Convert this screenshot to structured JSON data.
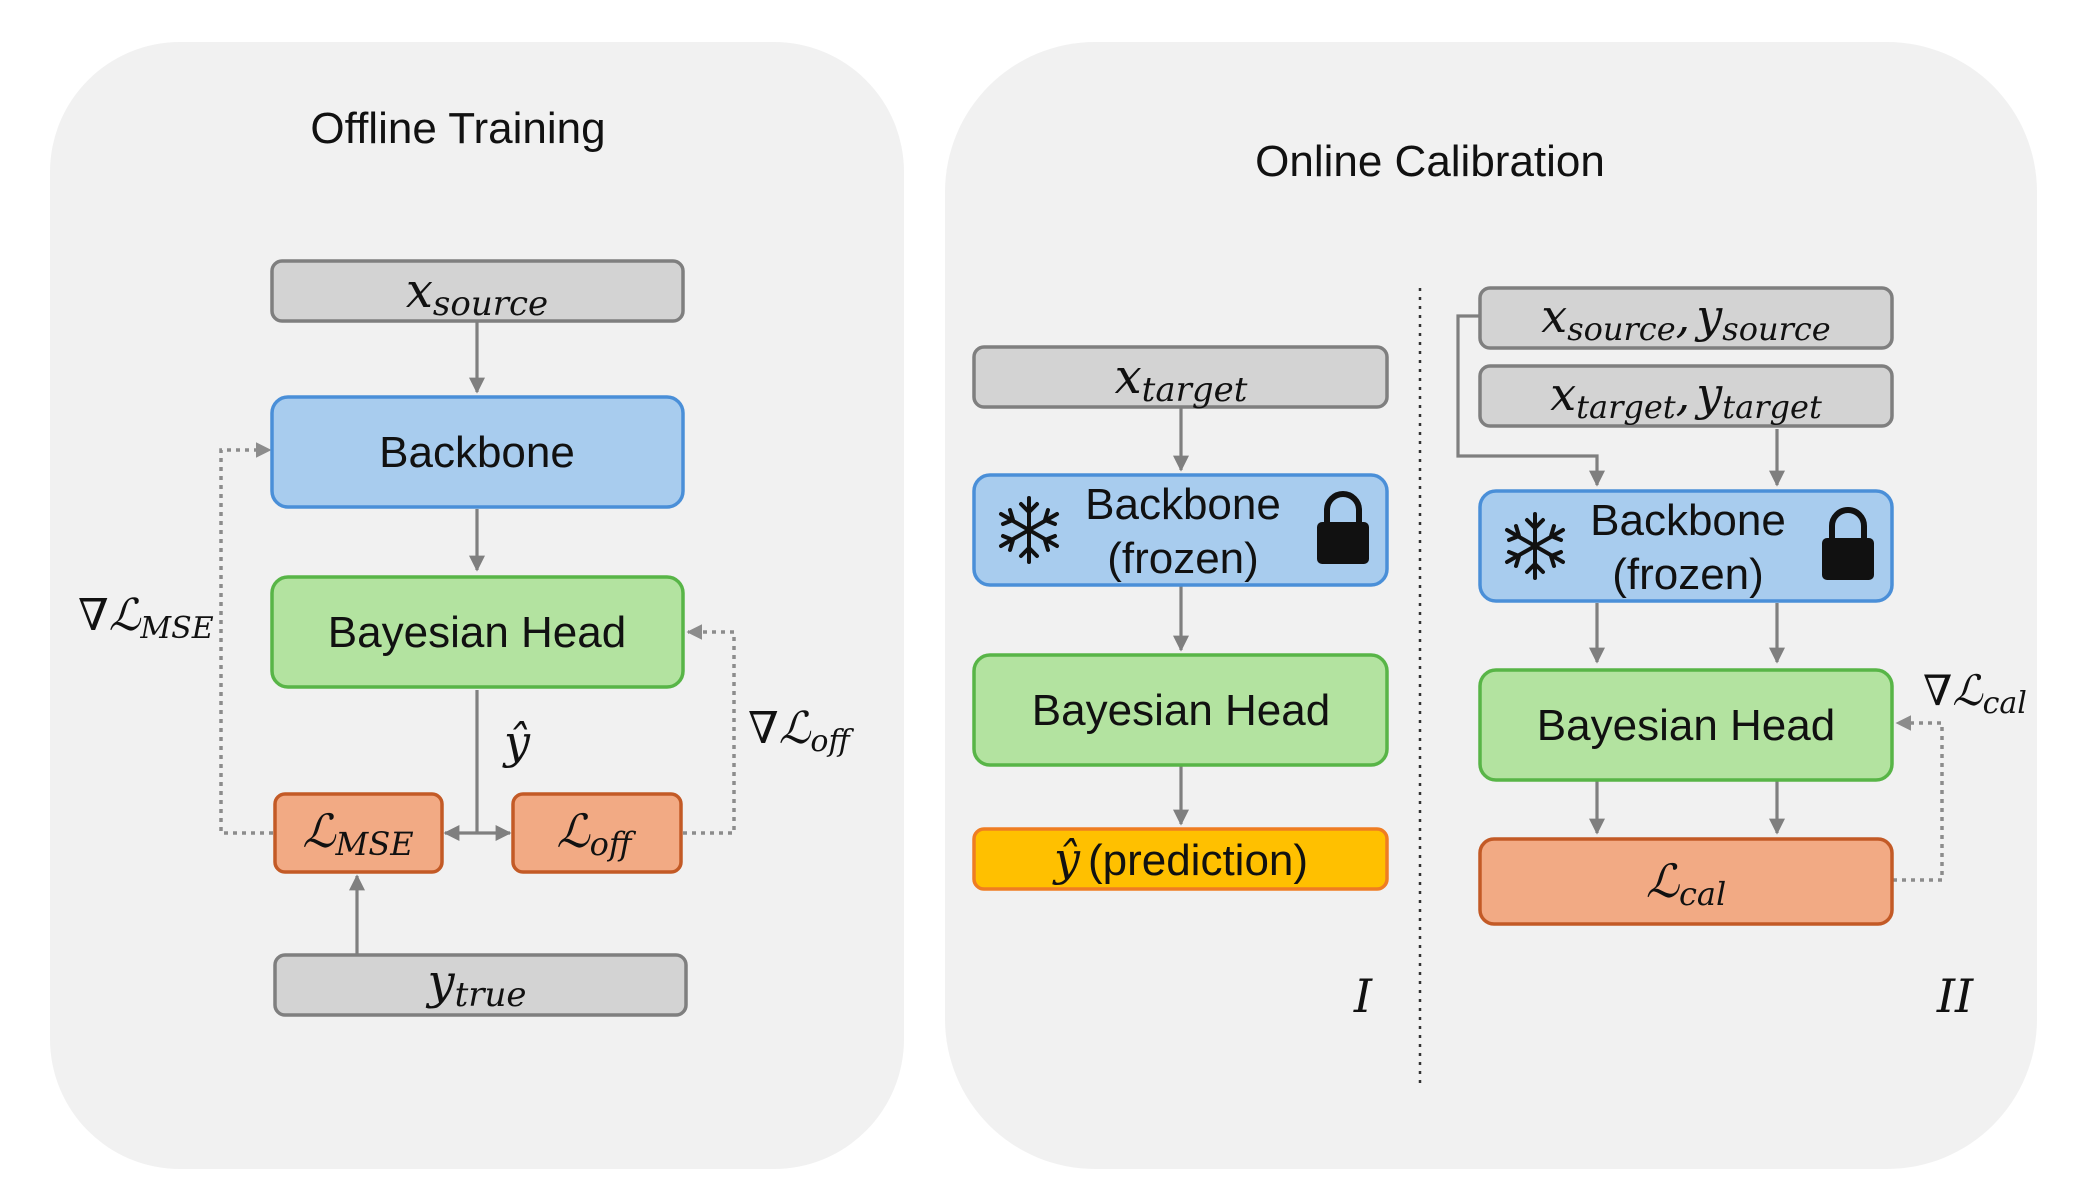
{
  "offline": {
    "title": "Offline Training",
    "x_source_base": "x",
    "x_source_sub": "source",
    "backbone": "Backbone",
    "head": "Bayesian Head",
    "y_hat": "ŷ",
    "loss_mse_base": "ℒ",
    "loss_mse_sub": "MSE",
    "loss_off_base": "ℒ",
    "loss_off_sub": "off",
    "grad_mse_base": "∇ℒ",
    "grad_mse_sub": "MSE",
    "grad_off_base": "∇ℒ",
    "grad_off_sub": "off",
    "y_true_base": "y",
    "y_true_sub": "true"
  },
  "online": {
    "title": "Online Calibration",
    "part1": {
      "x_target_base": "x",
      "x_target_sub": "target",
      "backbone_line1": "Backbone",
      "backbone_line2": "(frozen)",
      "head": "Bayesian Head",
      "prediction_hat": "ŷ",
      "prediction_text": "(prediction)",
      "numeral": "I"
    },
    "part2": {
      "src_x_base": "x",
      "src_x_sub": "source",
      "src_comma": ",",
      "src_y_base": "y",
      "src_y_sub": "source",
      "tgt_x_base": "x",
      "tgt_x_sub": "target",
      "tgt_comma": ",",
      "tgt_y_base": "y",
      "tgt_y_sub": "target",
      "backbone_line1": "Backbone",
      "backbone_line2": "(frozen)",
      "head": "Bayesian Head",
      "loss_cal_base": "ℒ",
      "loss_cal_sub": "cal",
      "grad_cal_base": "∇ℒ",
      "grad_cal_sub": "cal",
      "numeral": "II"
    }
  },
  "icons": {
    "frozen": "snowflake-icon",
    "locked": "padlock-icon"
  },
  "colors": {
    "panel": "#f1f1f1",
    "input_fill": "#d3d3d3",
    "backbone_fill": "#a8ccee",
    "head_fill": "#b3e3a0",
    "loss_fill": "#f2aa84",
    "prediction_fill": "#ffc000"
  }
}
